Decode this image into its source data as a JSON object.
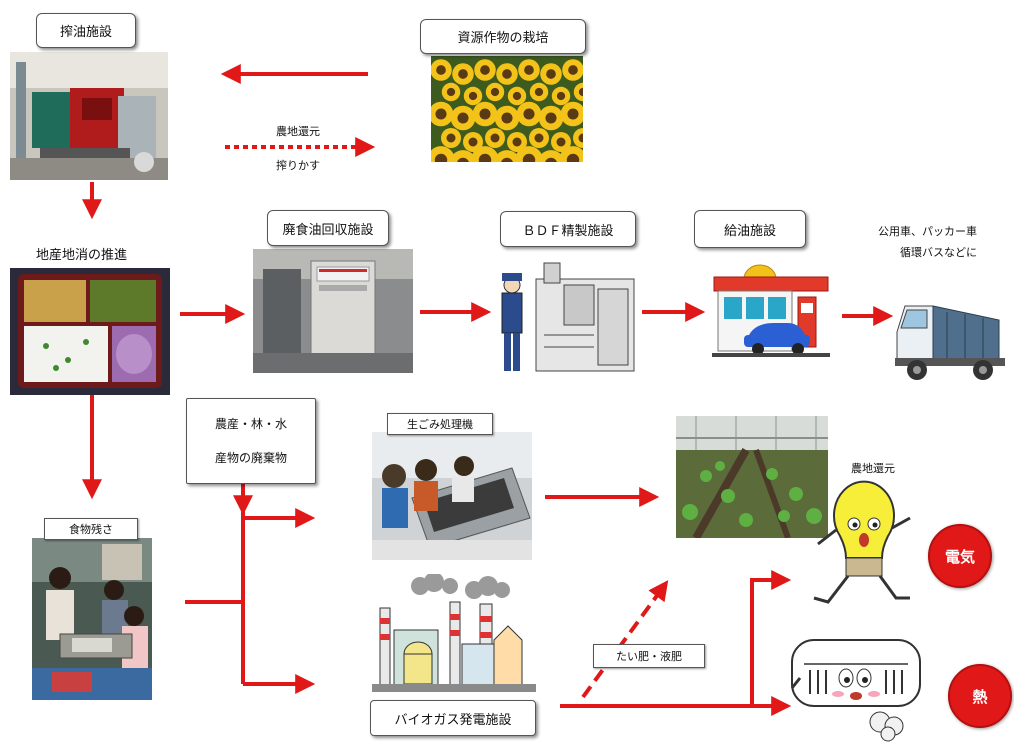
{
  "labels": {
    "oil_press": "搾油施設",
    "crop_cultivation": "資源作物の栽培",
    "farmland_return": "農地還元",
    "squeeze_residue": "搾りかす",
    "local_production": "地産地消の推進",
    "waste_oil_collection": "廃食油回収施設",
    "bdf_refining": "ＢＤＦ精製施設",
    "fuel_station": "給油施設",
    "vehicles_line1": "公用車、パッカー車",
    "vehicles_line2": "循環バスなどに",
    "agri_waste_line1": "農産・林・水",
    "agri_waste_line2": "産物の廃棄物",
    "garbage_processor": "生ごみ処理機",
    "food_leftovers": "食物残さ",
    "farmland_return_right": "農地還元",
    "electricity": "電気",
    "heat": "熱",
    "compost": "たい肥・液肥",
    "biogas_plant": "バイオガス発電施設"
  },
  "colors": {
    "arrow": "#e01818",
    "badge": "#e01818"
  },
  "icons": {
    "oil_press": "oil-press-machine-photo",
    "sunflowers": "sunflower-field-photo",
    "bento": "bento-box-photo",
    "collection_box": "waste-oil-collection-box-photo",
    "refinery": "bdf-refinery-worker-illustration",
    "station": "fuel-station-illustration",
    "truck": "garbage-truck-illustration",
    "garbage_machine": "garbage-processor-photo",
    "field": "vegetable-field-photo",
    "children": "children-sorting-food-photo",
    "factory": "biogas-plant-illustration",
    "bulb": "light-bulb-character-illustration",
    "heater": "air-conditioner-character-illustration"
  }
}
